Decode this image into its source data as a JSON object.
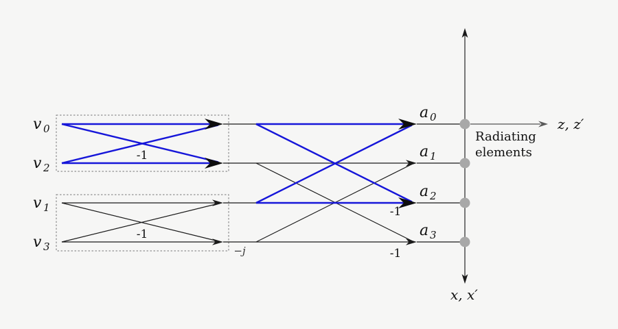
{
  "figure": {
    "background": "#f6f6f5",
    "colors": {
      "highlight_blue": "#1616d9",
      "line_black": "#1a1a1a",
      "dot_gray": "#a8a8a8",
      "axis_gray": "#808080",
      "dash_gray": "#777777"
    },
    "inputs": [
      {
        "base": "v",
        "sub": "0"
      },
      {
        "base": "v",
        "sub": "2"
      },
      {
        "base": "v",
        "sub": "1"
      },
      {
        "base": "v",
        "sub": "3"
      }
    ],
    "outputs": [
      {
        "base": "a",
        "sub": "0"
      },
      {
        "base": "a",
        "sub": "1"
      },
      {
        "base": "a",
        "sub": "2"
      },
      {
        "base": "a",
        "sub": "3"
      }
    ],
    "gain_labels": {
      "box1": "-1",
      "box2": "-1",
      "stage2_a2": "-1",
      "stage2_a3": "-1",
      "phase_j": "−j"
    },
    "axis_labels": {
      "right": "z, z′",
      "bottom": "x, x′"
    },
    "radiating": {
      "line1": "Radiating",
      "line2": "elements"
    }
  }
}
